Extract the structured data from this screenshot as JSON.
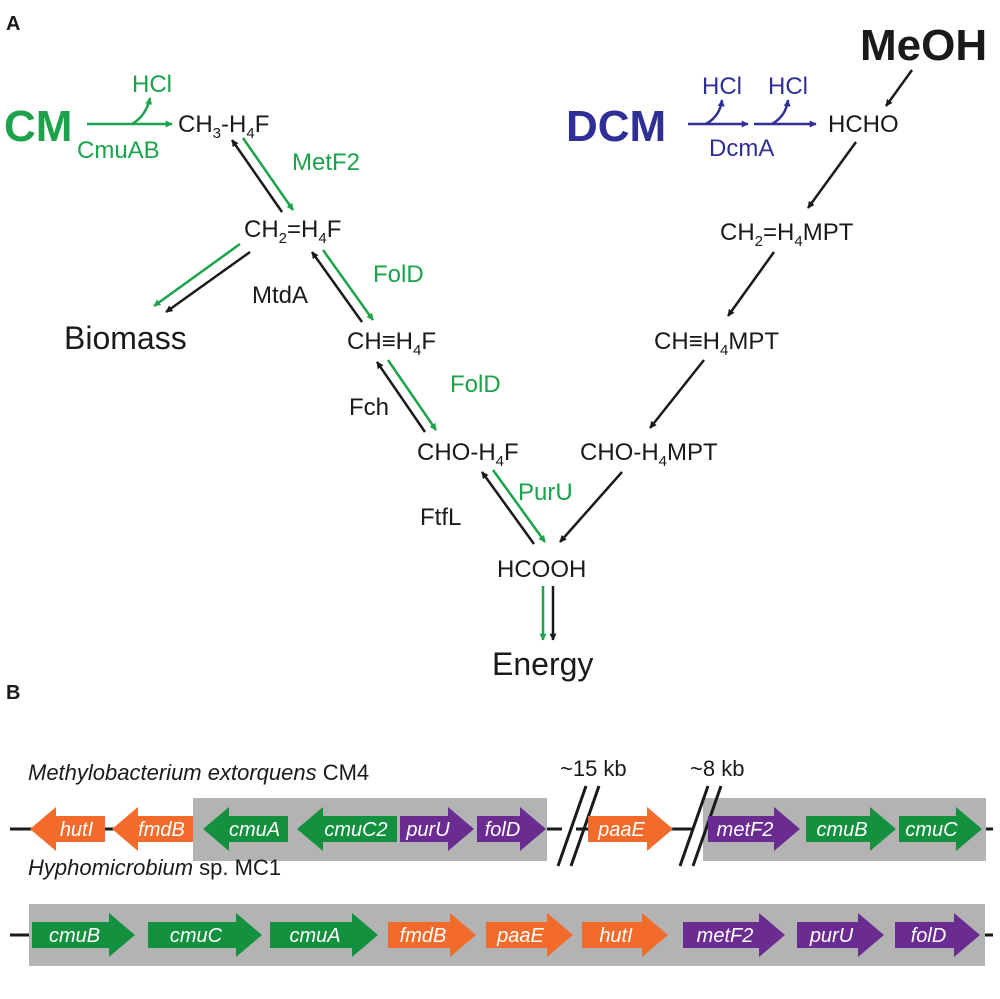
{
  "panels": {
    "a": "A",
    "b": "B"
  },
  "colors": {
    "green": "#1ba24a",
    "blue": "#2f2f97",
    "black": "#1a1a1a",
    "orange": "#f26b2b",
    "purple": "#6a2c91",
    "genegreen": "#14913f",
    "box": "#b3b3b3"
  },
  "panelA": {
    "cm": "CM",
    "dcm": "DCM",
    "meoh": "MeOH",
    "hcl1": "HCl",
    "hcl2": "HCl",
    "hcl3": "HCl",
    "cmuab": "CmuAB",
    "dcma": "DcmA",
    "ch3_pre": "CH",
    "ch3_sub": "3",
    "ch3_mid": "-H",
    "ch3_sub2": "4",
    "ch3_post": "F",
    "ch2_pre": "CH",
    "ch2_sub": "2",
    "ch2_mid": "=H",
    "ch2_sub2": "4",
    "ch2_post": "F",
    "chh4f_pre": "CH≡H",
    "chh4f_sub": "4",
    "chh4f_post": "F",
    "choh4f_pre": "CHO-H",
    "choh4f_sub": "4",
    "choh4f_post": "F",
    "hcho": "HCHO",
    "ch2mpt_pre": "CH",
    "ch2mpt_sub": "2",
    "ch2mpt_mid": "=H",
    "ch2mpt_sub2": "4",
    "ch2mpt_post": "MPT",
    "chmpt_pre": "CH≡H",
    "chmpt_sub": "4",
    "chmpt_post": "MPT",
    "chompt_pre": "CHO-H",
    "chompt_sub": "4",
    "chompt_post": "MPT",
    "hcooh": "HCOOH",
    "biomass": "Biomass",
    "energy": "Energy",
    "metf2": "MetF2",
    "mtda": "MtdA",
    "fold1": "FolD",
    "fold2": "FolD",
    "fch": "Fch",
    "purU": "PurU",
    "ftfl": "FtfL"
  },
  "panelB": {
    "org1_italic": "Methylobacterium extorquens",
    "org1_strain": " CM4",
    "org2_italic": "Hyphomicrobium",
    "org2_strain": " sp. MC1",
    "gap1": "~15 kb",
    "gap2": "~8 kb",
    "row1_genes": [
      {
        "name": "hutI",
        "color": "orange",
        "dir": "left"
      },
      {
        "name": "fmdB",
        "color": "orange",
        "dir": "left"
      },
      {
        "name": "cmuA",
        "color": "green",
        "dir": "left"
      },
      {
        "name": "cmuC2",
        "color": "green",
        "dir": "left"
      },
      {
        "name": "purU",
        "color": "purple",
        "dir": "right"
      },
      {
        "name": "folD",
        "color": "purple",
        "dir": "right"
      },
      {
        "name": "paaE",
        "color": "orange",
        "dir": "right"
      },
      {
        "name": "metF2",
        "color": "purple",
        "dir": "right"
      },
      {
        "name": "cmuB",
        "color": "green",
        "dir": "right"
      },
      {
        "name": "cmuC",
        "color": "green",
        "dir": "right"
      }
    ],
    "row2_genes": [
      {
        "name": "cmuB",
        "color": "green",
        "dir": "right"
      },
      {
        "name": "cmuC",
        "color": "green",
        "dir": "right"
      },
      {
        "name": "cmuA",
        "color": "green",
        "dir": "right"
      },
      {
        "name": "fmdB",
        "color": "orange",
        "dir": "right"
      },
      {
        "name": "paaE",
        "color": "orange",
        "dir": "right"
      },
      {
        "name": "hutI",
        "color": "orange",
        "dir": "right"
      },
      {
        "name": "metF2",
        "color": "purple",
        "dir": "right"
      },
      {
        "name": "purU",
        "color": "purple",
        "dir": "right"
      },
      {
        "name": "folD",
        "color": "purple",
        "dir": "right"
      }
    ]
  }
}
